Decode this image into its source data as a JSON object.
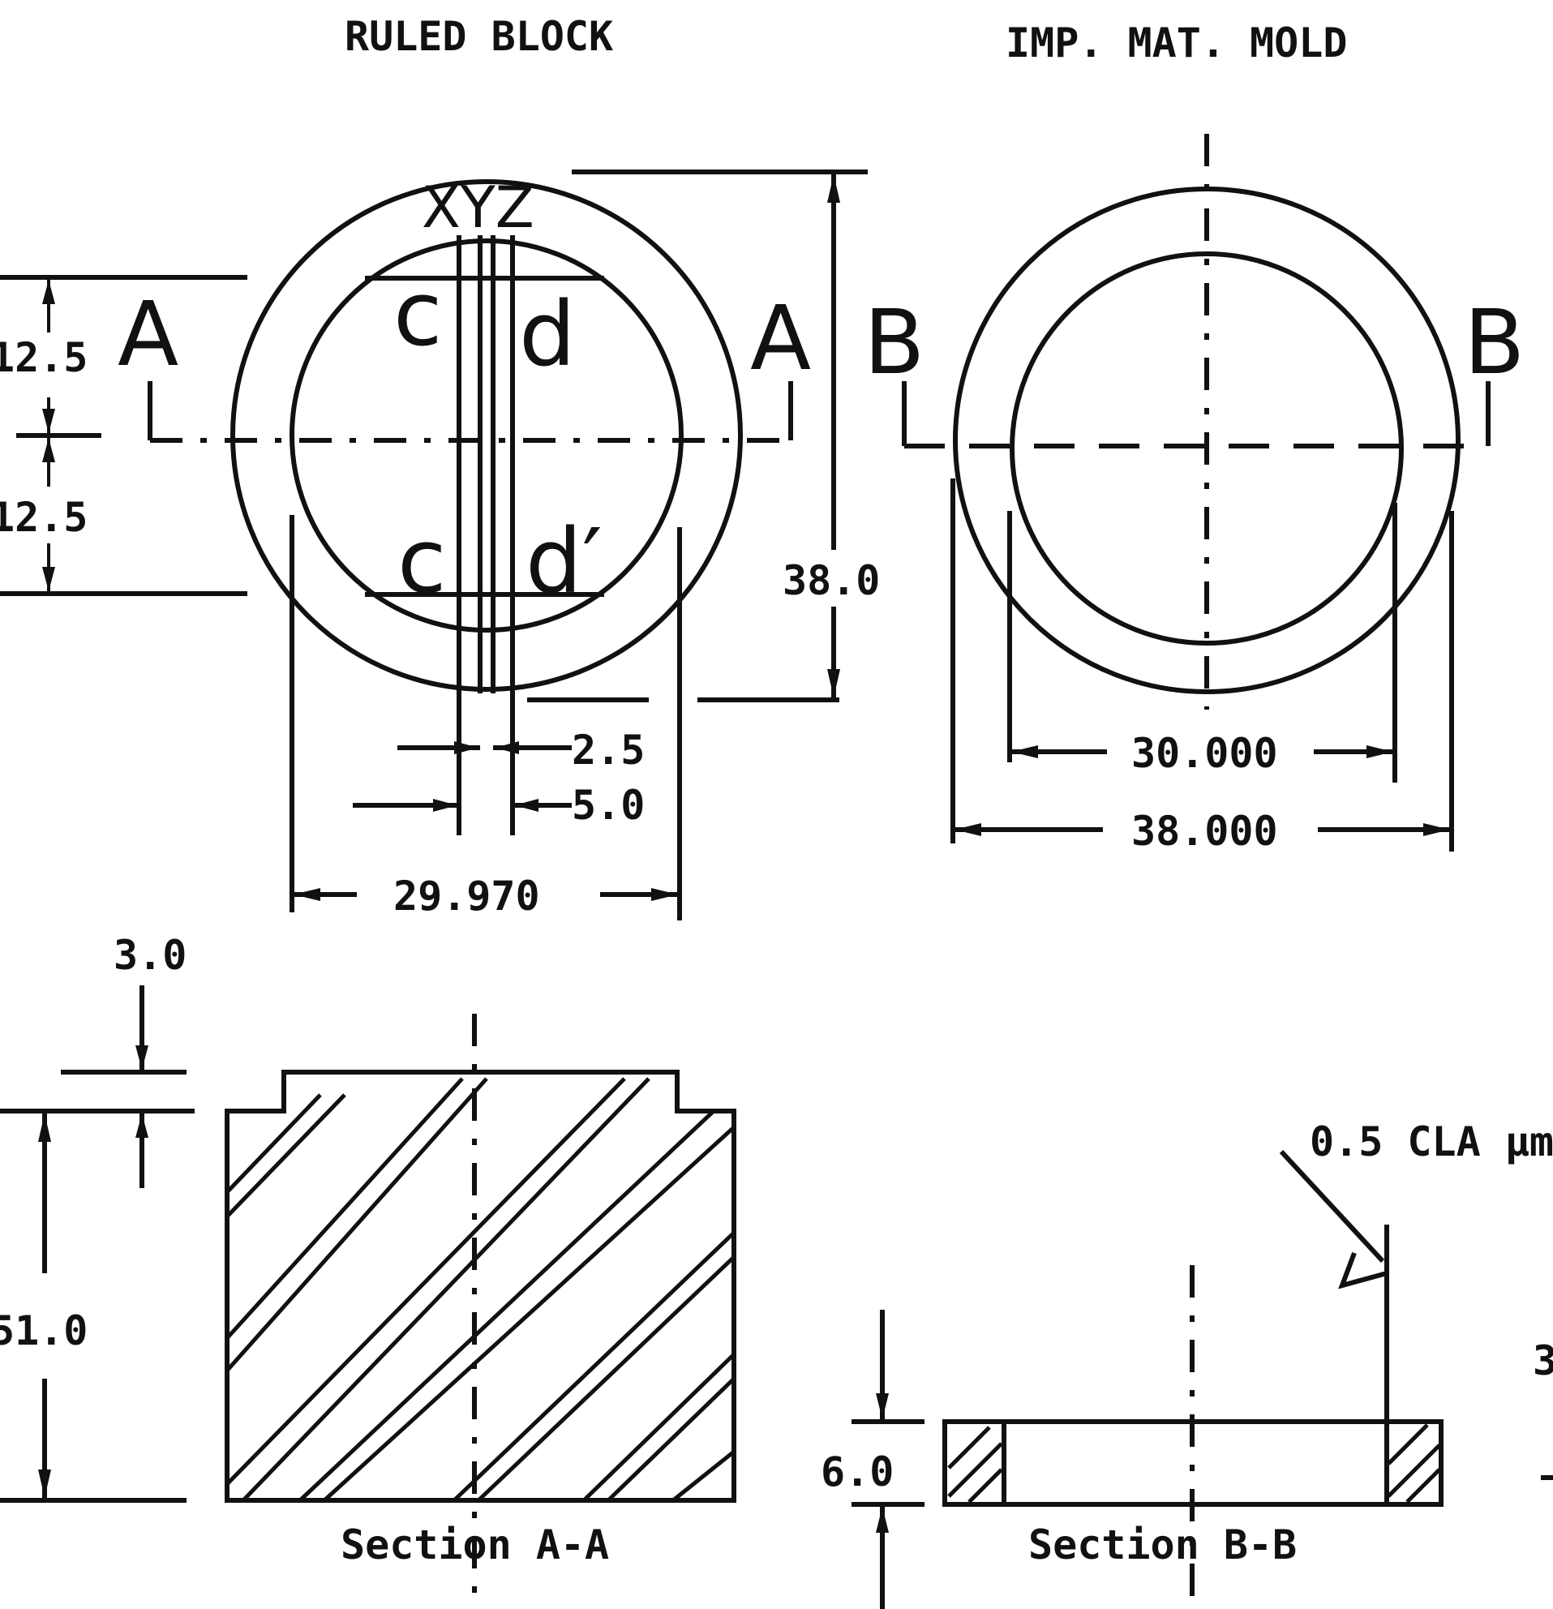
{
  "titles": {
    "ruled_block": "RULED BLOCK",
    "imp_mat_mold": "IMP. MAT. MOLD"
  },
  "plan_view": {
    "top_letters": "XYZ",
    "quadrant_upper_left": "c",
    "quadrant_upper_right": "d",
    "quadrant_lower_left": "c",
    "quadrant_lower_right": "d′",
    "section_a_left": "A",
    "section_a_right": "A",
    "section_b_left": "B",
    "section_b_right": "B"
  },
  "dimensions": {
    "upper_half": "12.5",
    "lower_half": "12.5",
    "outer_diameter_ruled": "38.0",
    "slot_2_5": "2.5",
    "slot_5_0": "5.0",
    "inner_diameter_ruled": "29.970",
    "mold_inner": "30.000",
    "mold_outer": "38.000",
    "step_height": "3.0",
    "block_height": "51.0",
    "mold_thickness": "6.0",
    "surface_finish": "0.5 CLA μm",
    "right_edge_fragment": "3"
  },
  "sections": {
    "a_a": "Section A-A",
    "b_b": "Section B-B"
  }
}
